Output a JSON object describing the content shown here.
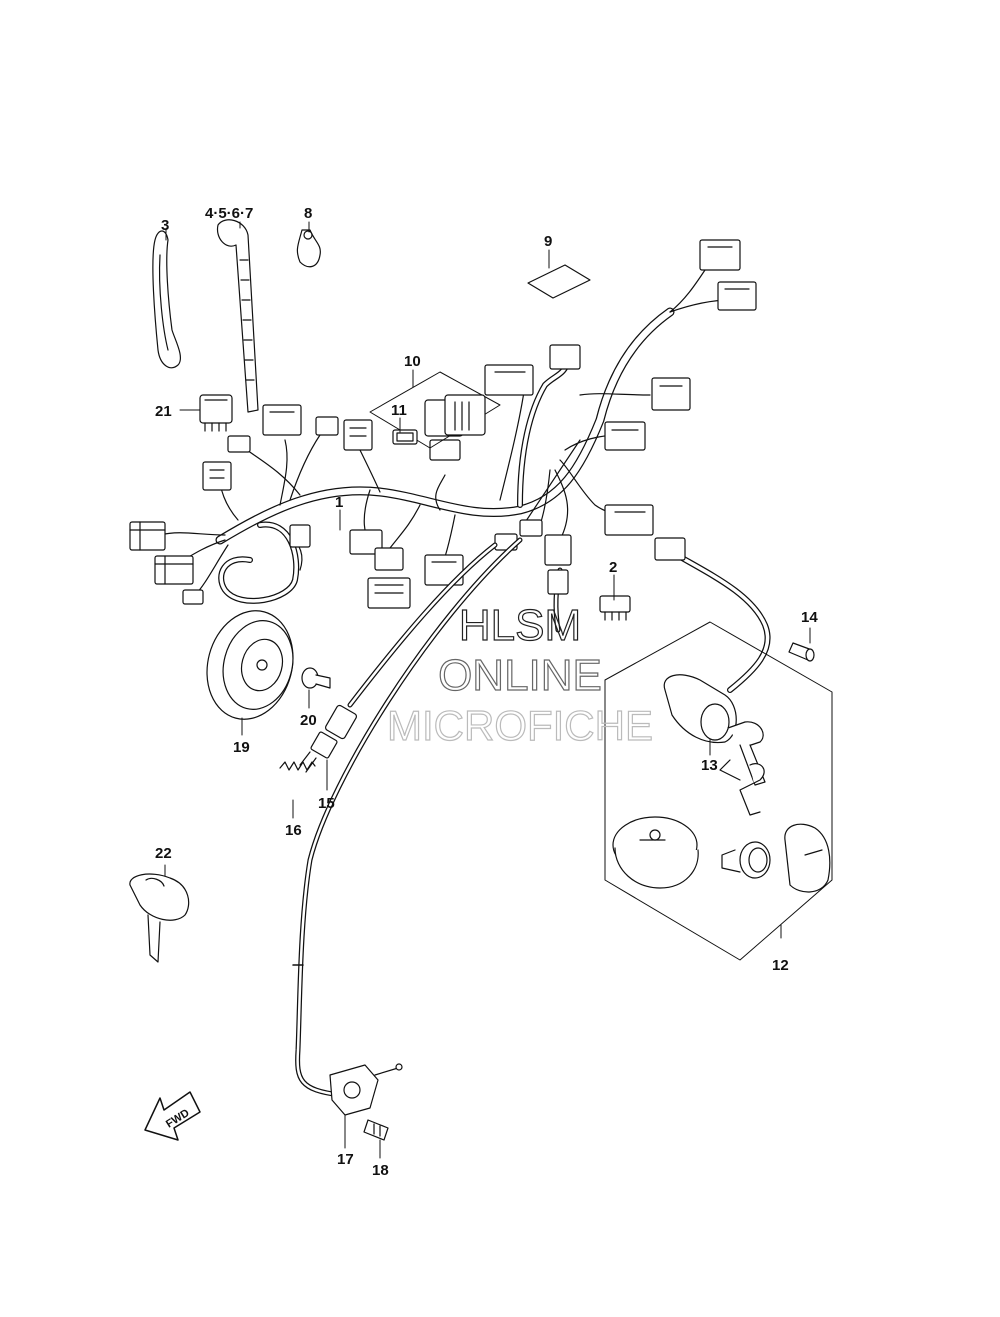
{
  "diagram": {
    "callouts": {
      "c1": "1",
      "c2": "2",
      "c3": "3",
      "c4567": "4·5·6·7",
      "c8": "8",
      "c9": "9",
      "c10": "10",
      "c11": "11",
      "c12": "12",
      "c13": "13",
      "c14": "14",
      "c15": "15",
      "c16": "16",
      "c17": "17",
      "c18": "18",
      "c19": "19",
      "c20": "20",
      "c21": "21",
      "c22": "22"
    },
    "fwd_label": "FWD",
    "watermark": [
      "HLSM",
      "ONLINE",
      "MICROFICHE"
    ]
  }
}
